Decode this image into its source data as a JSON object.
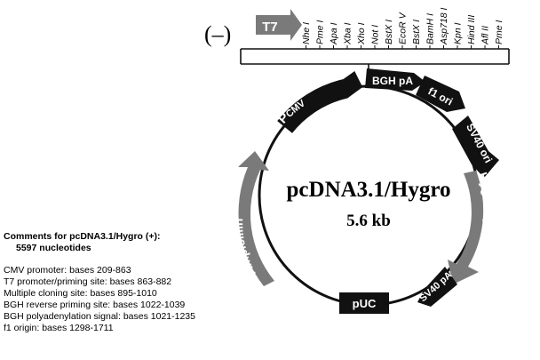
{
  "strand": "(–)",
  "t7_label": "T7",
  "sites": [
    "Nhe I",
    "Pme I",
    "Apa I",
    "Xba I",
    "Xho I",
    "Not I",
    "BstX I",
    "EcoR V",
    "BstX I",
    "BamH I",
    "Asp718 I",
    "Kpn I",
    "Hind III",
    "Afl II",
    "Pme I"
  ],
  "plasmid": {
    "name": "pcDNA3.1/Hygro",
    "size": "5.6 kb"
  },
  "features": {
    "pcmv_p": "P",
    "pcmv_sub": "CMV",
    "bgh": "BGH pA",
    "f1": "f1 ori",
    "sv40ori": "SV40 ori",
    "hygro": "Hygromycin",
    "sv40pa": "SV40 pA",
    "puc": "pUC",
    "amp": "Ampicillin"
  },
  "comments": {
    "heading": "Comments for pcDNA3.1/Hygro (+):",
    "subheading": "5597 nucleotides",
    "lines": [
      "CMV promoter: bases 209-863",
      "T7 promoter/priming site: bases 863-882",
      "Multiple cloning site: bases 895-1010",
      "BGH reverse priming site: bases 1022-1039",
      "BGH polyadenylation signal: bases 1021-1235",
      "f1 origin: bases 1298-1711"
    ]
  },
  "colors": {
    "black": "#111111",
    "gray": "#7a7a7a",
    "white": "#ffffff"
  }
}
